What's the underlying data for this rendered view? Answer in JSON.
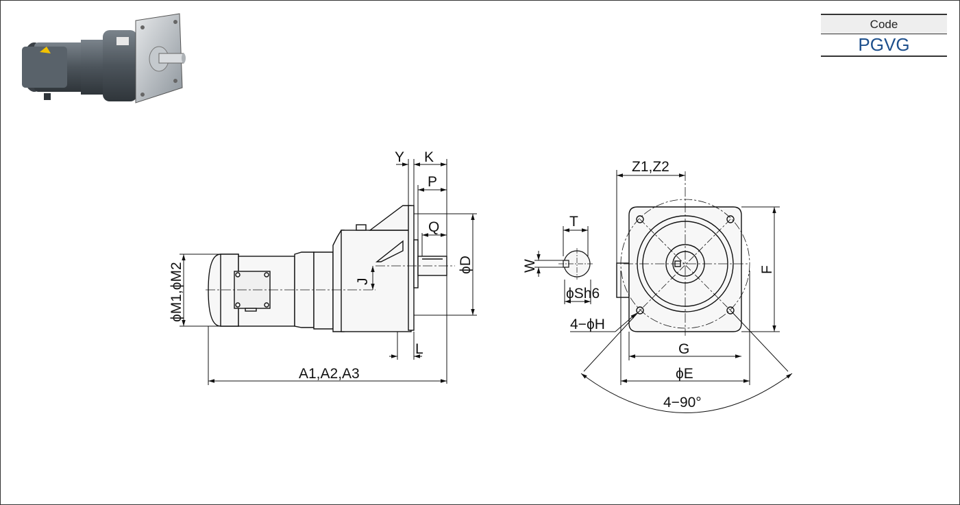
{
  "code_box": {
    "label": "Code",
    "value": "PGVG"
  },
  "photo": {
    "icon": "gear-motor-photo"
  },
  "side_view": {
    "dims": {
      "y": "Y",
      "k": "K",
      "p": "P",
      "q": "Q",
      "d": "ϕD",
      "j": "J",
      "l": "L",
      "m": "ϕM1,ϕM2",
      "a": "A1,A2,A3"
    }
  },
  "front_view": {
    "dims": {
      "z": "Z1,Z2",
      "t": "T",
      "w": "W",
      "s": "ϕSh6",
      "f": "F",
      "h": "4−ϕH",
      "g": "G",
      "e": "ϕE",
      "angle": "4−90°"
    }
  },
  "colors": {
    "accent": "#1d4f8c",
    "line": "#111111",
    "fill": "#f7f7f7"
  }
}
